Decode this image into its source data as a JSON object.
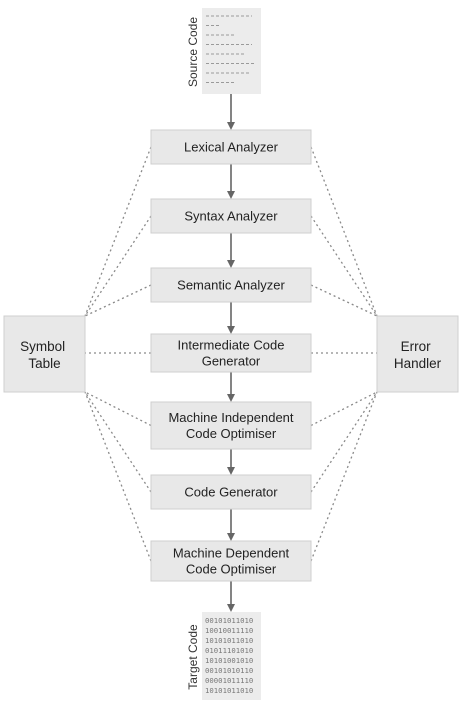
{
  "source": {
    "label": "Source Code"
  },
  "target": {
    "label": "Target Code",
    "bits": [
      "00101011010",
      "10010011110",
      "10101011010",
      "01011101010",
      "10101001010",
      "00101010110",
      "00001011110",
      "10101011010"
    ]
  },
  "symbol_table": {
    "lines": [
      "Symbol",
      "Table"
    ]
  },
  "error_handler": {
    "lines": [
      "Error",
      "Handler"
    ]
  },
  "stages": [
    {
      "lines": [
        "Lexical Analyzer"
      ]
    },
    {
      "lines": [
        "Syntax Analyzer"
      ]
    },
    {
      "lines": [
        "Semantic Analyzer"
      ]
    },
    {
      "lines": [
        "Intermediate Code",
        "Generator"
      ]
    },
    {
      "lines": [
        "Machine Independent",
        "Code Optimiser"
      ]
    },
    {
      "lines": [
        "Code Generator"
      ]
    },
    {
      "lines": [
        "Machine Dependent",
        "Code Optimiser"
      ]
    }
  ],
  "colors": {
    "box_fill": "#e8e8e8",
    "arrow": "#666666",
    "dotted_link": "#8a8a8a"
  }
}
